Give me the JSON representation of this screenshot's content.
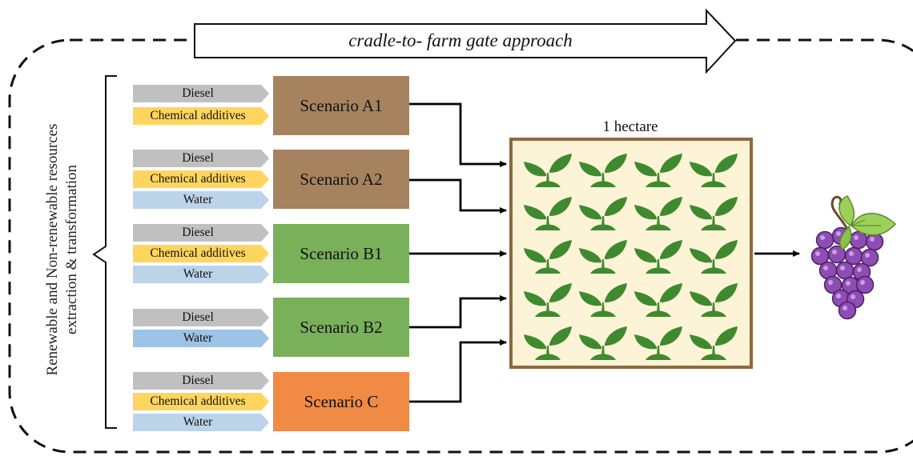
{
  "header": {
    "approach_label": "cradle-to- farm gate approach"
  },
  "side_label": {
    "line1": "Renewable and Non-renewable resources",
    "line2": "extraction & transformation"
  },
  "scenarios": [
    {
      "name": "Scenario A1",
      "color": "#a6835e",
      "inputs": [
        "Diesel",
        "Chemical additives"
      ]
    },
    {
      "name": "Scenario A2",
      "color": "#a6835e",
      "inputs": [
        "Diesel",
        "Chemical additives",
        "Water"
      ]
    },
    {
      "name": "Scenario B1",
      "color": "#79b05a",
      "inputs": [
        "Diesel",
        "Chemical additives",
        "Water"
      ]
    },
    {
      "name": "Scenario B2",
      "color": "#79b05a",
      "inputs": [
        "Diesel",
        "Water"
      ]
    },
    {
      "name": "Scenario C",
      "color": "#f08a45",
      "inputs": [
        "Diesel",
        "Chemical additives",
        "Water"
      ]
    }
  ],
  "input_colors": {
    "Diesel": "#c0c0c0",
    "Chemical additives": "#ffd55e",
    "Water": "#bcd4ea"
  },
  "field": {
    "label": "1 hectare",
    "background": "#fdf3d6",
    "border": "#8b6a3e",
    "plant_rows": 5,
    "plant_cols": 4,
    "plant_icon": "sprout-icon",
    "plant_color": "#3f8a2e"
  },
  "output": {
    "icon": "grape-cluster-icon",
    "grape_color": "#8e4db4"
  }
}
